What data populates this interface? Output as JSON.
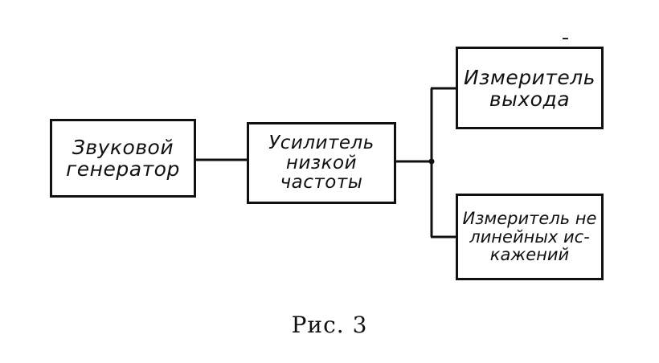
{
  "diagram": {
    "blocks": {
      "generator": {
        "lines": [
          "Звуковой",
          "генератор"
        ]
      },
      "amplifier": {
        "lines": [
          "Усилитель",
          "низкой",
          "частоты"
        ]
      },
      "output_meter": {
        "lines": [
          "Измеритель",
          "выхода"
        ]
      },
      "distortion_meter": {
        "lines": [
          "Измеритель не",
          "линейных ис-",
          "кажений"
        ]
      }
    },
    "caption": "Рис. 3"
  }
}
